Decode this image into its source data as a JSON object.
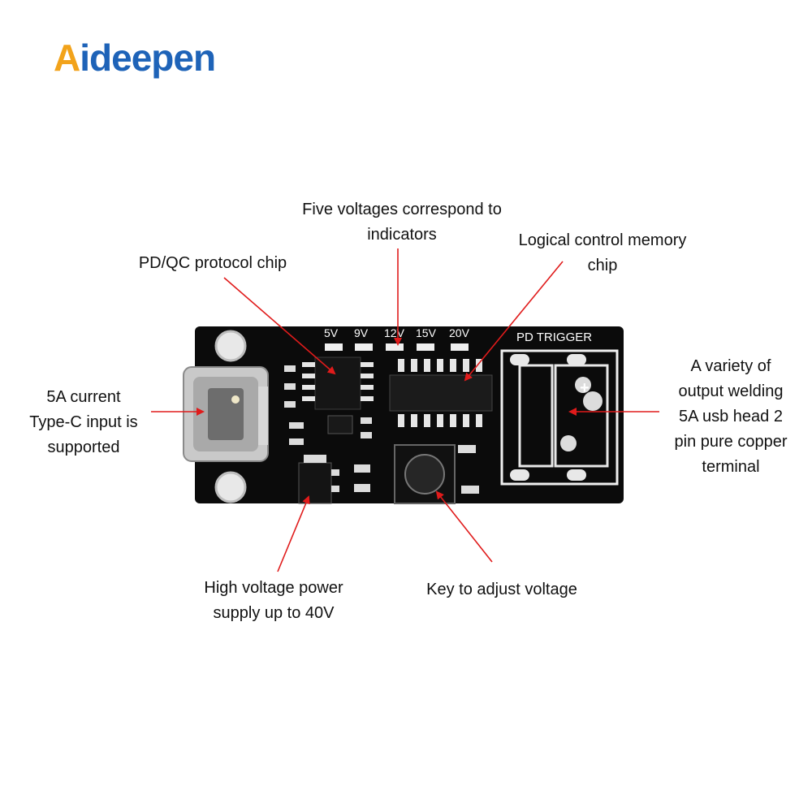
{
  "brand": {
    "logo_a": "A",
    "logo_rest": "ideepen"
  },
  "board": {
    "silkscreen_title": "PD TRIGGER",
    "voltage_marks": [
      "5V",
      "9V",
      "12V",
      "15V",
      "20V"
    ],
    "plus_mark": "+"
  },
  "labels": {
    "five_voltages": "Five voltages correspond to\nindicators",
    "logic_chip": "Logical control memory\nchip",
    "pd_chip": "PD/QC protocol chip",
    "type_c": "5A current\nType-C input is\nsupported",
    "terminal": "A variety of\noutput welding\n5A usb head 2\npin pure copper\nterminal",
    "high_voltage": "High voltage power\nsupply up to 40V",
    "key": "Key to adjust voltage"
  },
  "colors": {
    "arrow": "#e01b1b",
    "board": "#0b0b0b",
    "logo_orange": "#f2a31b",
    "logo_blue": "#1e63b8"
  }
}
